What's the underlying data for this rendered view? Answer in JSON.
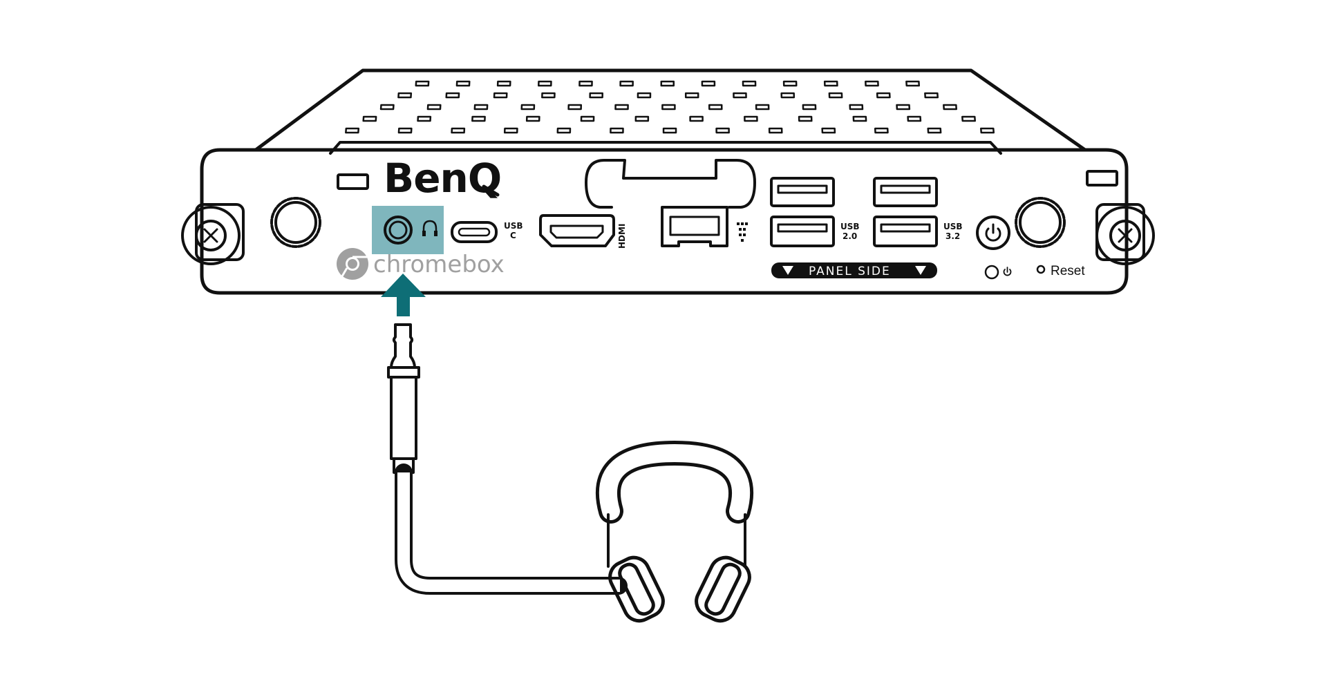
{
  "device": {
    "brand": "BenQ",
    "os_logo_text": "chromebox",
    "usb_c_label_line1": "USB",
    "usb_c_label_line2": "C",
    "hdmi_label": "HDMI",
    "usb20_label_line1": "USB",
    "usb20_label_line2": "2.0",
    "usb32_label_line1": "USB",
    "usb32_label_line2": "3.2",
    "panel_side_label": "PANEL SIDE",
    "reset_label": "Reset"
  },
  "colors": {
    "highlight": "#7fb6bd",
    "arrow": "#0e6e76",
    "outline": "#111111",
    "logo_gray": "#a0a0a0"
  },
  "icons": {
    "headphone_port": "headphone-icon",
    "power": "power-icon",
    "lan": "ethernet-icon"
  }
}
